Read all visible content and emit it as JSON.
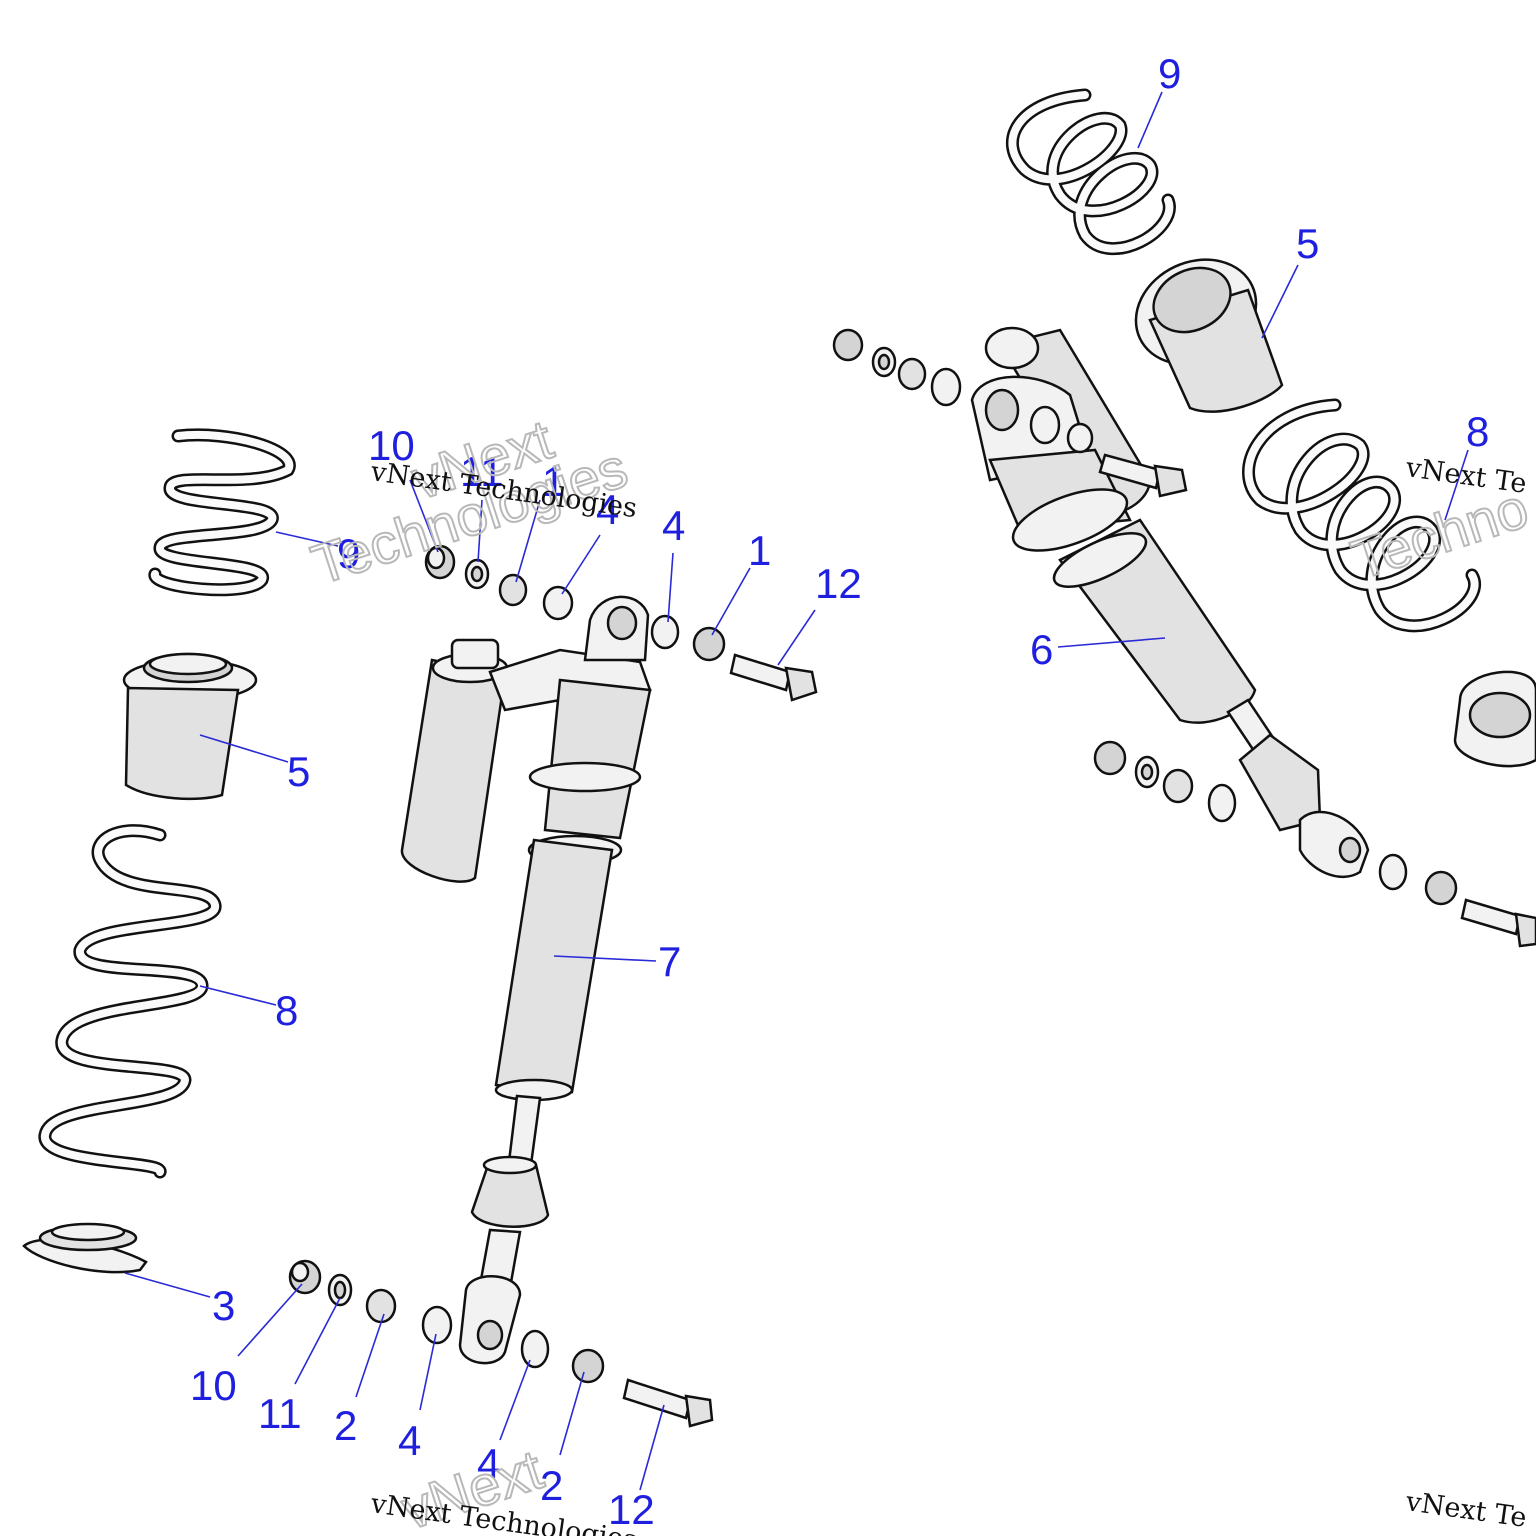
{
  "callouts": [
    {
      "id": "c-9-left",
      "text": "9"
    },
    {
      "id": "c-5-left",
      "text": "5"
    },
    {
      "id": "c-8-left",
      "text": "8"
    },
    {
      "id": "c-3",
      "text": "3"
    },
    {
      "id": "c-10-top",
      "text": "10"
    },
    {
      "id": "c-11-top",
      "text": "11"
    },
    {
      "id": "c-1-top",
      "text": "1"
    },
    {
      "id": "c-4-top-a",
      "text": "4"
    },
    {
      "id": "c-4-top-b",
      "text": "4"
    },
    {
      "id": "c-1-right",
      "text": "1"
    },
    {
      "id": "c-12-top",
      "text": "12"
    },
    {
      "id": "c-7",
      "text": "7"
    },
    {
      "id": "c-10-bottom",
      "text": "10"
    },
    {
      "id": "c-11-bottom",
      "text": "11"
    },
    {
      "id": "c-2-bottom-a",
      "text": "2"
    },
    {
      "id": "c-4-bottom-a",
      "text": "4"
    },
    {
      "id": "c-4-bottom-b",
      "text": "4"
    },
    {
      "id": "c-2-bottom-b",
      "text": "2"
    },
    {
      "id": "c-12-bottom",
      "text": "12"
    },
    {
      "id": "c-9-right",
      "text": "9"
    },
    {
      "id": "c-5-right",
      "text": "5"
    },
    {
      "id": "c-8-right",
      "text": "8"
    },
    {
      "id": "c-6",
      "text": "6"
    }
  ],
  "watermarks": {
    "caption": "vNext Technologies",
    "caption_short": "vNext Te",
    "word1": "vNext",
    "word2": "Technologies",
    "word2_short": "Techno"
  },
  "colors": {
    "callout": "#1f1fe0",
    "leader": "#2a2ad8",
    "outline": "#111111"
  }
}
